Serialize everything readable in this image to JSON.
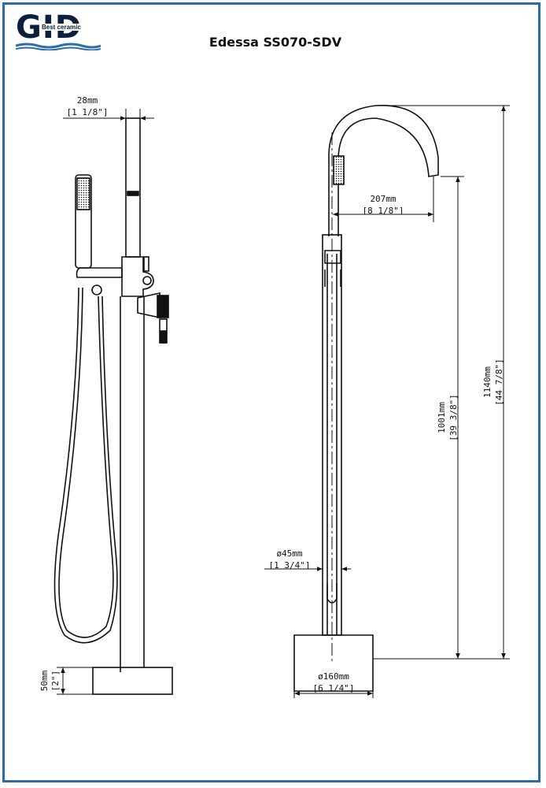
{
  "header": {
    "logo_text": "GID",
    "logo_tagline": "Best ceramic",
    "title": "Edessa SS070-SDV"
  },
  "colors": {
    "frame": "#2d6ca7",
    "logo": "#0c1f3c",
    "line": "#111111"
  },
  "dimensions": {
    "spout_tube_diameter": {
      "metric": "28mm",
      "imperial": "[1 1/8\"]"
    },
    "spout_reach": {
      "metric": "207mm",
      "imperial": "[8 1/8\"]"
    },
    "spout_height": {
      "metric": "1001mm",
      "imperial": "[39 3/8\"]"
    },
    "total_height": {
      "metric": "1140mm",
      "imperial": "[44 7/8\"]"
    },
    "column_diameter": {
      "metric": "ø45mm",
      "imperial": "[1 3/4\"]"
    },
    "base_diameter": {
      "metric": "ø160mm",
      "imperial": "[6 1/4\"]"
    },
    "base_height": {
      "metric": "50mm",
      "imperial": "[2\"]"
    }
  }
}
